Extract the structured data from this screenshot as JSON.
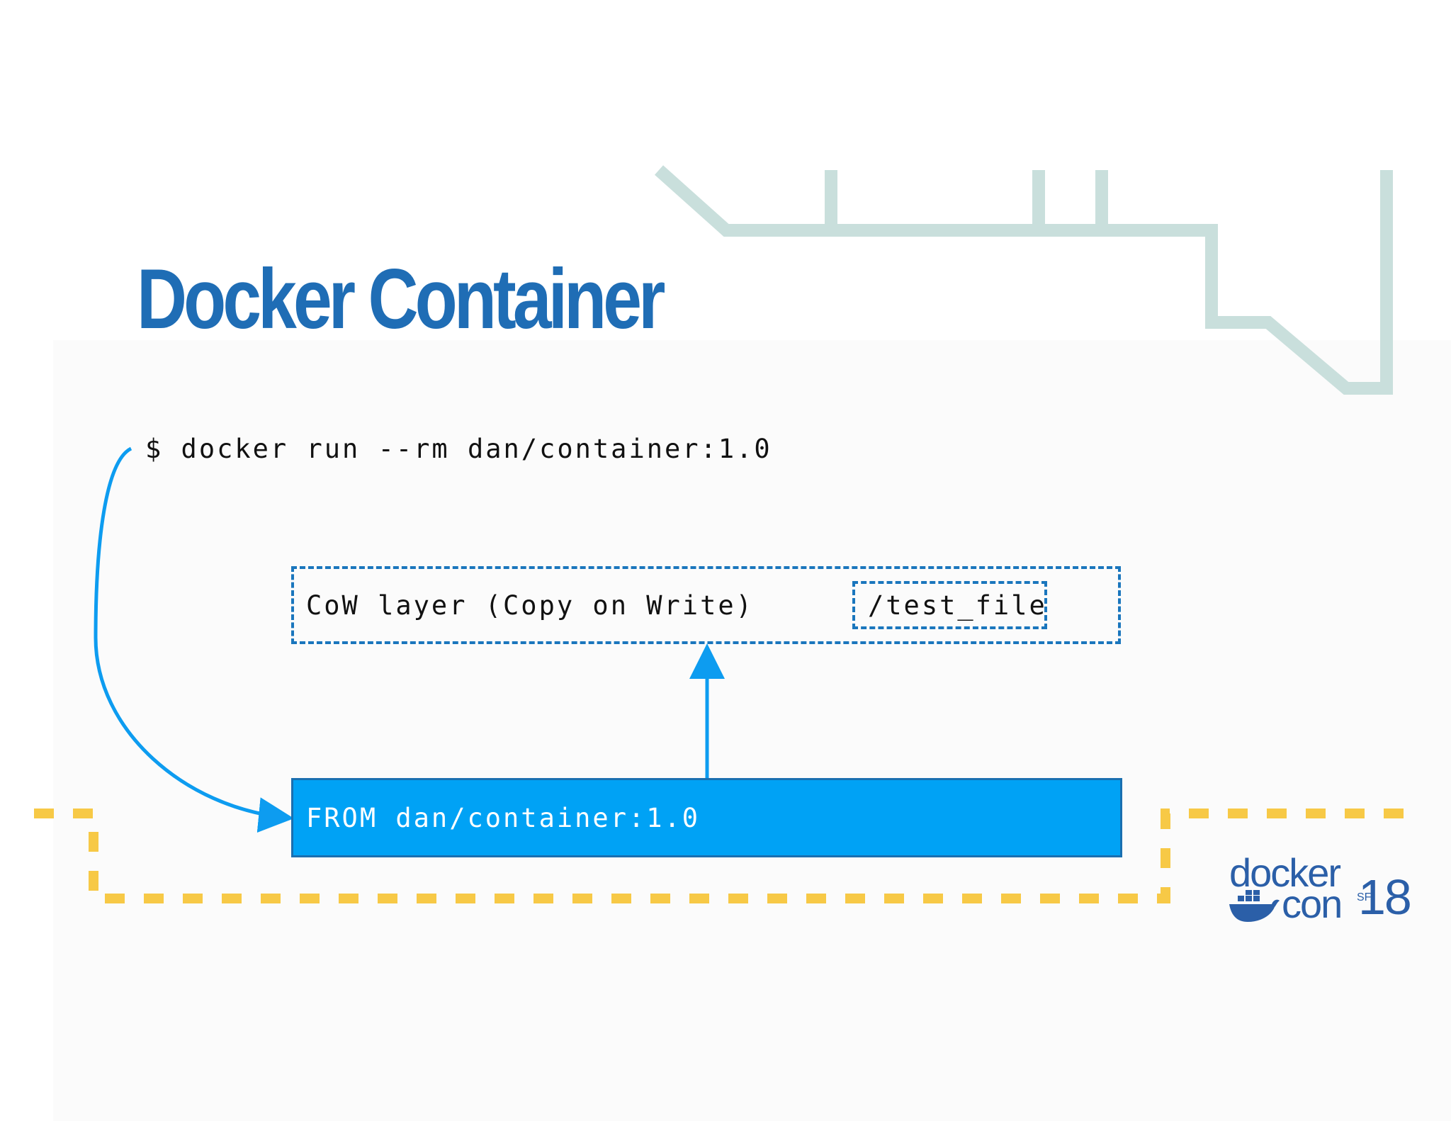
{
  "slide": {
    "title": "Docker Container",
    "command": "$ docker run --rm dan/container:1.0"
  },
  "layers": {
    "cow_label": "CoW layer (Copy on Write)",
    "file_label": "/test_file",
    "base_label": "FROM dan/container:1.0"
  },
  "logo": {
    "line1": "docker",
    "line2": "con",
    "city": "SF",
    "year": "18"
  },
  "colors": {
    "title": "#1f6db5",
    "accent_blue": "#00a2f5",
    "dashed_blue": "#1a76bd",
    "arrow_blue": "#0d9cf0",
    "decor_teal": "#c9dfdc",
    "dashed_yellow": "#f7c946",
    "logo_blue": "#2b5fa8"
  },
  "icons": {
    "logo_mark": "docker-whale-icon"
  }
}
